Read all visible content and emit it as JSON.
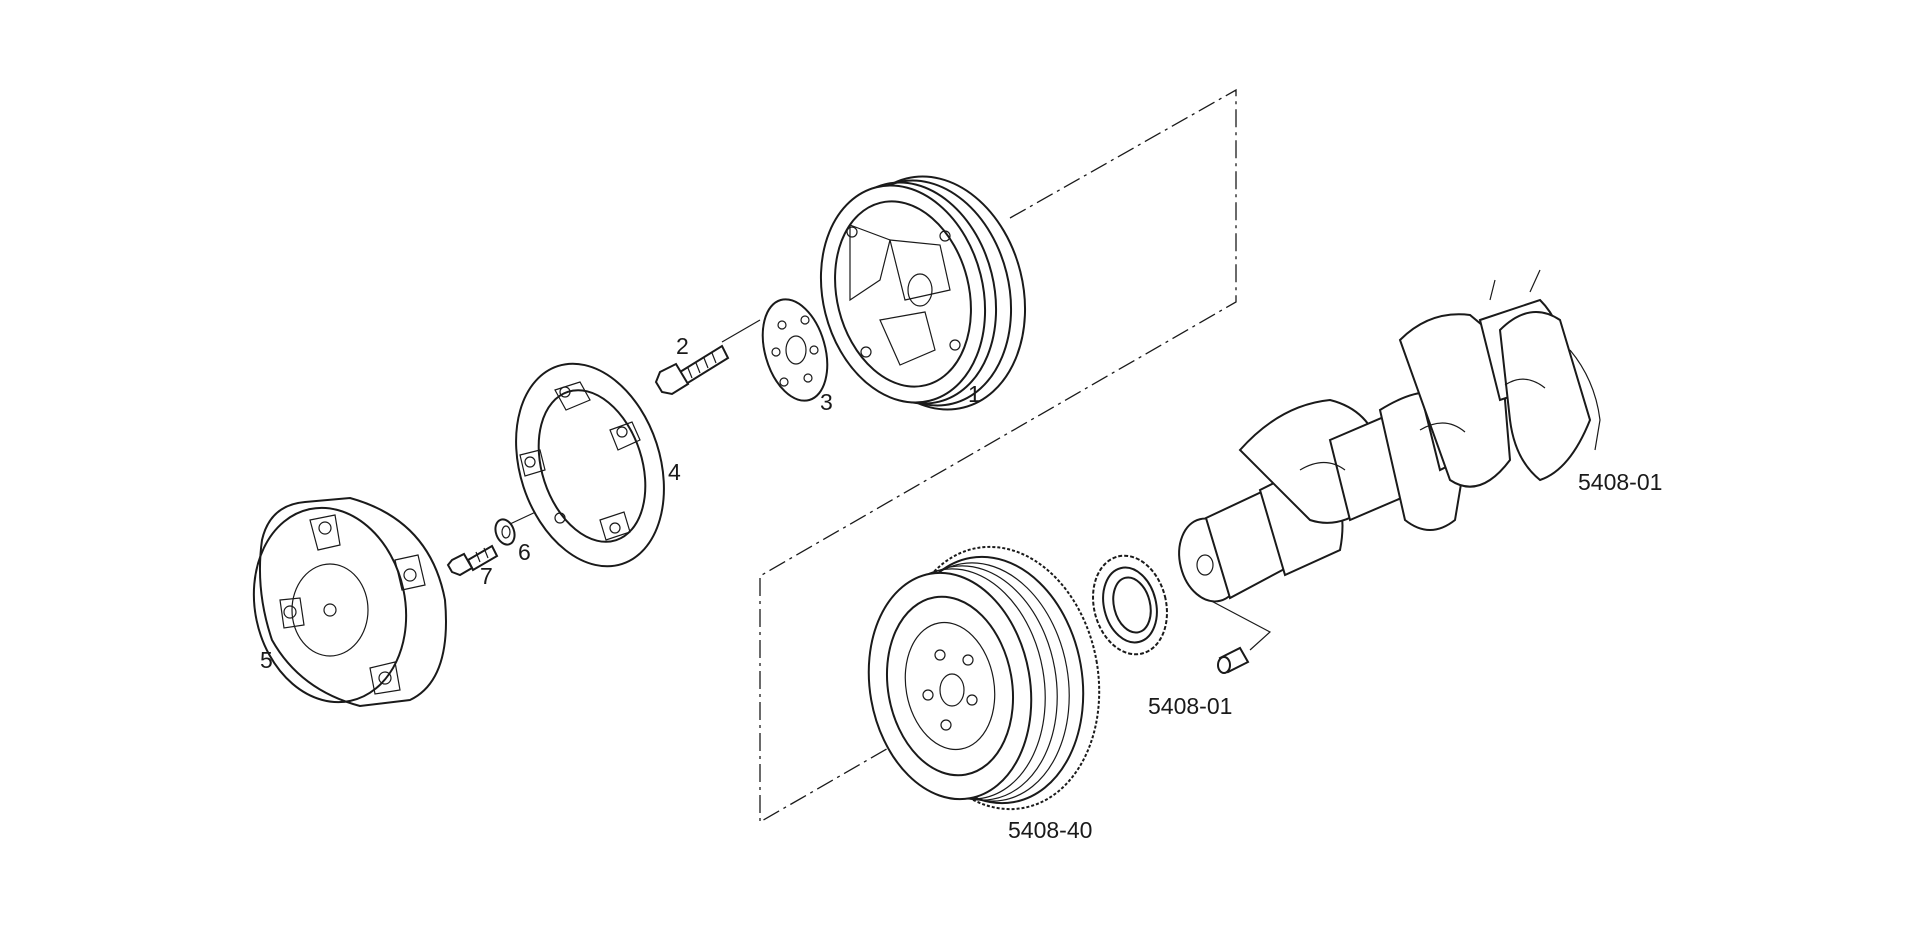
{
  "diagram": {
    "callouts": {
      "c1": "1",
      "c2": "2",
      "c3": "3",
      "c4": "4",
      "c5": "5",
      "c6": "6",
      "c7": "7",
      "crankshaft_ref": "5408-01",
      "sprocket_ref": "5408-01",
      "damper_ref": "5408-40"
    }
  }
}
